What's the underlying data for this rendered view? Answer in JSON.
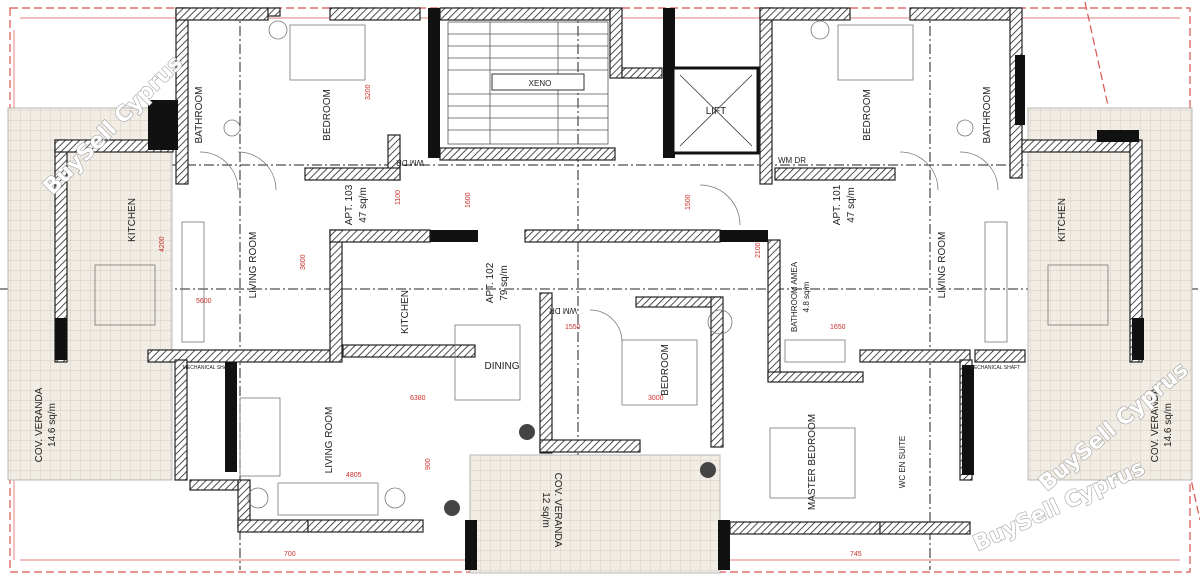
{
  "watermark": "BuySell Cyprus",
  "apartments": [
    {
      "name": "APT. 103",
      "area": "47 sq/m"
    },
    {
      "name": "APT. 102",
      "area": "79 sq/m"
    },
    {
      "name": "APT. 101",
      "area": "47 sq/m"
    }
  ],
  "rooms": {
    "bathroom": "BATHROOM",
    "bedroom": "BEDROOM",
    "kitchen": "KITCHEN",
    "living_room": "LIVING ROOM",
    "dining": "DINING",
    "master_bedroom": "MASTER BEDROOM",
    "wc_en_suite": "WC EN SUITE",
    "bathroom_amea": "BATHROOM AMEA",
    "amea_area": "4.8 sq/m",
    "lift": "LIFT",
    "wm_dr": "WM DR",
    "cov_veranda": "COV. VERANDA",
    "veranda_side_area": "14.6 sq/m",
    "veranda_center_area": "12 sq/m",
    "mechanical_shaft": "MECHANICAL SHAFT",
    "xeno": "XENO"
  },
  "dimensions": [
    "3200",
    "4200",
    "3600",
    "5600",
    "4805",
    "6380",
    "3000",
    "1600",
    "1100",
    "2100",
    "1500",
    "900",
    "700",
    "745",
    "1650",
    "1550"
  ],
  "colors": {
    "wall_hatch": "#222222",
    "dimension": "#d9534f",
    "tile": "#e8e2d8",
    "watermark": "#ffffff"
  }
}
